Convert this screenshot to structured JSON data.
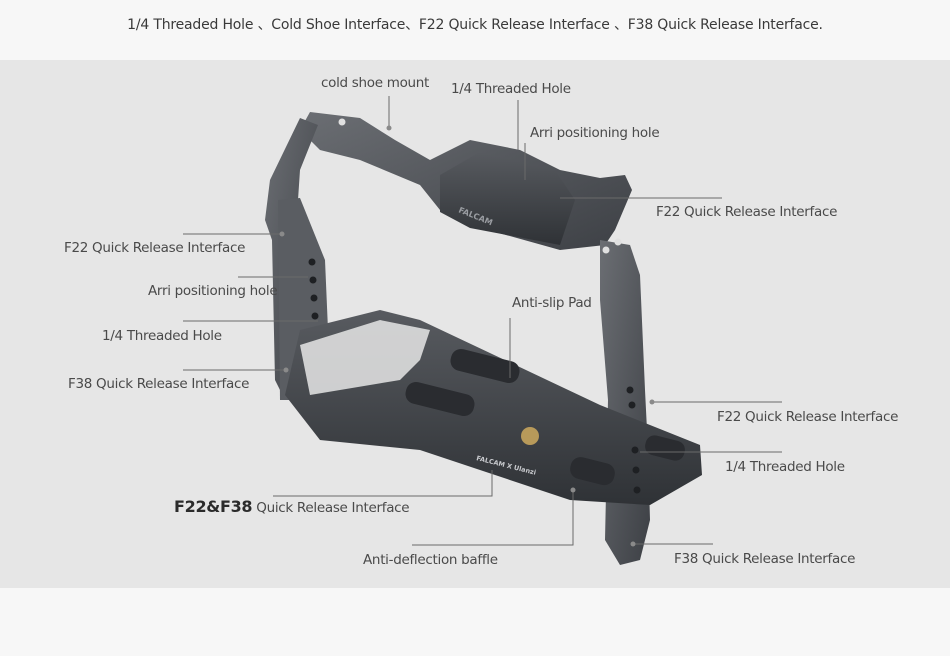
{
  "headline": "1/4 Threaded Hole 、Cold Shoe Interface、F22 Quick Release Interface 、F38 Quick Release Interface.",
  "product": {
    "brand_mark": "FALCAM",
    "co_brand_mark": "FALCAM X Ulanzi"
  },
  "callouts": {
    "cold_shoe_mount": "cold shoe mount",
    "top_threaded_hole": "1/4 Threaded Hole",
    "top_arri_hole": "Arri positioning hole",
    "top_right_f22": "F22 Quick Release Interface",
    "left_f22": "F22 Quick Release Interface",
    "left_arri_hole": "Arri positioning hole",
    "left_threaded_hole": "1/4 Threaded Hole",
    "left_f38": "F38 Quick Release Interface",
    "anti_slip_pad": "Anti-slip Pad",
    "right_f22": "F22 Quick Release Interface",
    "right_threaded_hole": "1/4 Threaded Hole",
    "bottom_combo_bold": "F22&F38",
    "bottom_combo_rest": "Quick Release Interface",
    "anti_deflection": "Anti-deflection baffle",
    "bottom_right_f38": "F38 Quick Release Interface"
  }
}
